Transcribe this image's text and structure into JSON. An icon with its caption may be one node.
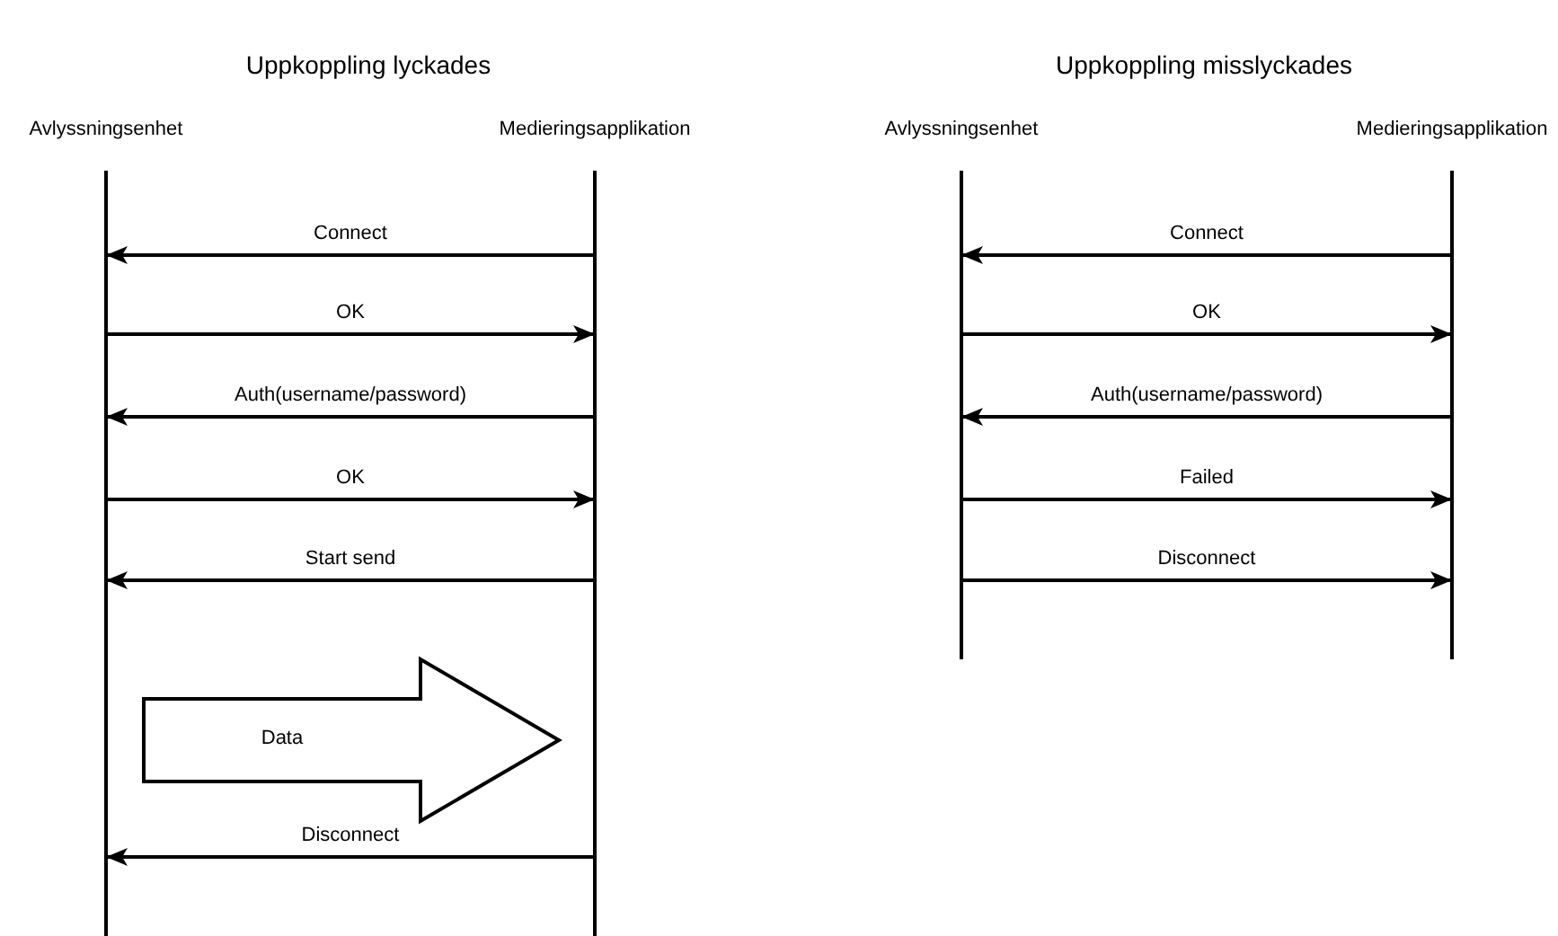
{
  "diagram": {
    "nodes": [
      {
        "text": [
          "Avlyssningsenhet"
        ]
      },
      {
        "text": [
          "Medieringsapplikation"
        ]
      },
      {
        "text": [
          "Avlyssningsenhet"
        ]
      },
      {
        "text": [
          "Medieringsapplikation"
        ]
      }
    ],
    "edges": [
      {
        "from": 1,
        "to": 0,
        "arrow": "to",
        "label": "Connect"
      },
      {
        "from": 0,
        "to": 1,
        "arrow": "to",
        "label": "OK"
      },
      {
        "from": 1,
        "to": 0,
        "arrow": "to",
        "label": "Auth(username/password)"
      },
      {
        "from": 0,
        "to": 1,
        "arrow": "to",
        "label": "OK"
      },
      {
        "from": 1,
        "to": 0,
        "arrow": "to",
        "label": "Start send"
      },
      {
        "from": 0,
        "to": 1,
        "arrow": "to",
        "label": "Data",
        "style": "thick"
      },
      {
        "from": 1,
        "to": 0,
        "arrow": "to",
        "label": "Disconnect"
      },
      {
        "from": 3,
        "to": 2,
        "arrow": "to",
        "label": "Connect"
      },
      {
        "from": 2,
        "to": 3,
        "arrow": "to",
        "label": "OK"
      },
      {
        "from": 3,
        "to": 2,
        "arrow": "to",
        "label": "Auth(username/password)"
      },
      {
        "from": 2,
        "to": 3,
        "arrow": "to",
        "label": "Failed"
      },
      {
        "from": 2,
        "to": 3,
        "arrow": "to",
        "label": "Disconnect"
      }
    ],
    "labels": [
      "Uppkoppling lyckades",
      "Uppkoppling misslyckades"
    ]
  }
}
